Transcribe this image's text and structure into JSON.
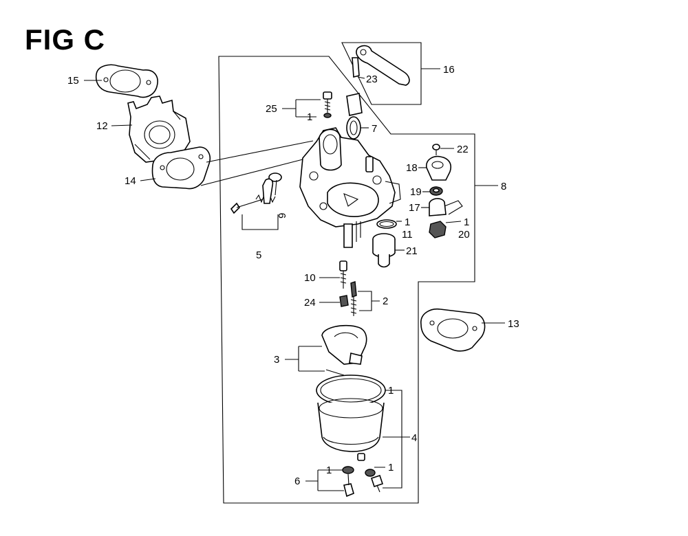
{
  "figure": {
    "title": "FIG C"
  },
  "callouts": {
    "c1": "1",
    "c2": "2",
    "c3": "3",
    "c4": "4",
    "c5": "5",
    "c6": "6",
    "c7": "7",
    "c8": "8",
    "c9": "9",
    "c10": "10",
    "c11": "11",
    "c12": "12",
    "c13": "13",
    "c14": "14",
    "c15": "15",
    "c16": "16",
    "c17": "17",
    "c18": "18",
    "c19": "19",
    "c20": "20",
    "c21": "21",
    "c22": "22",
    "c23": "23",
    "c24": "24",
    "c25": "25"
  }
}
